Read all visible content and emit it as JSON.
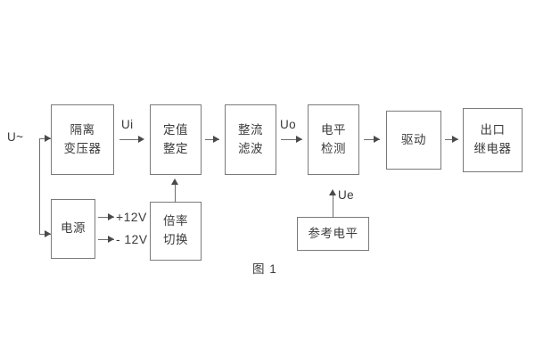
{
  "figure": {
    "caption": "图 1",
    "input_label": "U~",
    "colors": {
      "box_border": "#7a7a7a",
      "line": "#6e6e6e",
      "text": "#3b3b3b",
      "background": "#ffffff"
    }
  },
  "blocks": [
    {
      "id": "isolation-transformer",
      "line1": "隔离",
      "line2": "变压器"
    },
    {
      "id": "setting-adjust",
      "line1": "定值",
      "line2": "整定"
    },
    {
      "id": "rectify-filter",
      "line1": "整流",
      "line2": "滤波"
    },
    {
      "id": "level-detect",
      "line1": "电平",
      "line2": "检测"
    },
    {
      "id": "drive",
      "line1": "驱动",
      "line2": ""
    },
    {
      "id": "output-relay",
      "line1": "出口",
      "line2": "继电器"
    },
    {
      "id": "power-supply",
      "line1": "电源",
      "line2": ""
    },
    {
      "id": "ratio-switch",
      "line1": "倍率",
      "line2": "切换"
    },
    {
      "id": "reference-level",
      "line1": "参考电平",
      "line2": ""
    }
  ],
  "signals": {
    "ui": "Ui",
    "uo": "Uo",
    "ue": "Ue",
    "rail_pos": "+12V",
    "rail_neg": "- 12V"
  }
}
